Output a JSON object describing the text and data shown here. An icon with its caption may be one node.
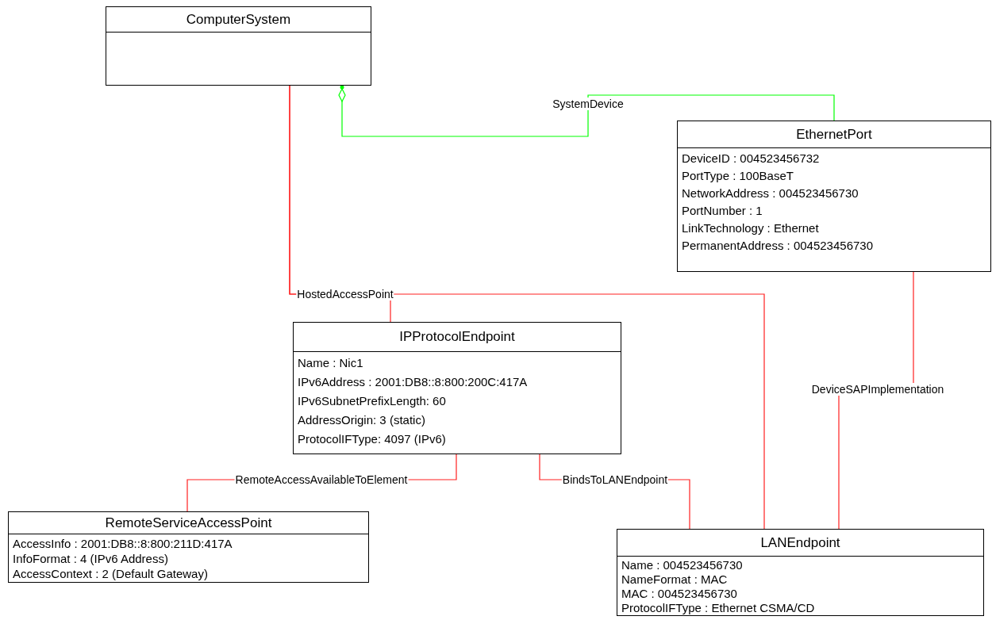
{
  "diagram": {
    "nodes": [
      {
        "text": [
          "ComputerSystem"
        ]
      },
      {
        "text": [
          "EthernetPort",
          "DeviceID : 004523456732",
          "PortType : 100BaseT",
          "NetworkAddress : 004523456730",
          "PortNumber : 1",
          "LinkTechnology : Ethernet",
          "PermanentAddress : 004523456730"
        ]
      },
      {
        "text": [
          "IPProtocolEndpoint",
          "Name : Nic1",
          "IPv6Address : 2001:DB8::8:800:200C:417A",
          "IPv6SubnetPrefixLength: 60",
          "AddressOrigin: 3 (static)",
          "ProtocolIFType: 4097 (IPv6)"
        ]
      },
      {
        "text": [
          "RemoteServiceAccessPoint",
          "AccessInfo : 2001:DB8::8:800:211D:417A",
          "InfoFormat : 4 (IPv6 Address)",
          "AccessContext : 2 (Default Gateway)"
        ]
      },
      {
        "text": [
          "LANEndpoint",
          "Name : 004523456730",
          "NameFormat : MAC",
          "MAC : 004523456730",
          "ProtocolIFType : Ethernet CSMA/CD"
        ]
      }
    ],
    "edges": [
      {
        "from": 0,
        "to": 1,
        "arrow": "other",
        "label": "SystemDevice",
        "color": "#00ff00"
      },
      {
        "from": 0,
        "to": 2,
        "arrow": "none",
        "label": "HostedAccessPoint"
      },
      {
        "from": 0,
        "to": 4,
        "arrow": "none"
      },
      {
        "from": 1,
        "to": 4,
        "arrow": "none",
        "label": "DeviceSAPImplementation"
      },
      {
        "from": 2,
        "to": 3,
        "arrow": "none",
        "label": "RemoteAccessAvailableToElement"
      },
      {
        "from": 2,
        "to": 4,
        "arrow": "none",
        "label": "BindsToLANEndpoint"
      }
    ]
  }
}
